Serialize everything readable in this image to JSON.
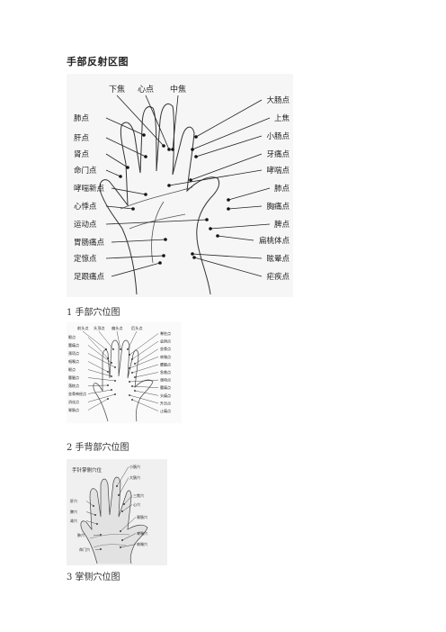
{
  "page": {
    "title": "手部反射区图"
  },
  "figure1": {
    "caption": "1 手部穴位图",
    "top_labels": [
      "下焦",
      "心点",
      "中焦"
    ],
    "left_labels": [
      "肺点",
      "肝点",
      "肾点",
      "命门点",
      "哮喘新点",
      "心悸点",
      "运动点",
      "胃肠痛点",
      "定惊点",
      "足跟痛点"
    ],
    "right_labels": [
      "大肠点",
      "上焦",
      "小肠点",
      "牙痛点",
      "哮喘点",
      "肺点",
      "胸痛点",
      "脾点",
      "扁桃体点",
      "眩晕点",
      "疟疾点"
    ]
  },
  "figure2": {
    "caption": "2 手背部穴位图",
    "top_labels": [
      "前头点",
      "头顶点",
      "偏头点",
      "后头点"
    ],
    "left_labels": [
      "眼点",
      "腰痛点",
      "颈项点",
      "咽喉点",
      "眼点",
      "腰腿点",
      "落枕点",
      "坐骨神经点",
      "消化点",
      "胃肠点"
    ],
    "right_labels": [
      "脊柱点",
      "会阴点",
      "坐骨点",
      "咳喘点",
      "腰腿点",
      "急救点",
      "颈项点",
      "腰痛点",
      "头痛点",
      "升压点",
      "止痛点"
    ]
  },
  "figure3": {
    "caption": "3 掌侧穴位图",
    "title": "手针掌侧穴位",
    "labels": [
      "小肠穴",
      "大肠穴",
      "三焦穴",
      "心穴",
      "肝穴",
      "脾穴",
      "肾穴",
      "肺穴",
      "胃肠穴",
      "命门穴",
      "哮喘穴",
      "咳喘穴"
    ]
  }
}
